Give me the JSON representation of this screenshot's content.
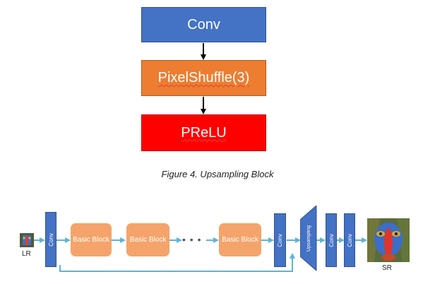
{
  "upsampling_diagram": {
    "conv_label": "Conv",
    "pixelshuffle_label": "PixelShuffle(3)",
    "prelu_label": "PReLU"
  },
  "caption": "Figure 4. Upsampling Block",
  "network": {
    "input_label": "LR",
    "output_label": "SR",
    "conv_label": "Conv",
    "basic_block_label": "Basic Block",
    "ellipsis": "• • •",
    "upsampling_label": "Upsampling",
    "conv2_label": "Conv",
    "conv3_label": "Conv",
    "conv4_label": "Conv"
  },
  "colors": {
    "conv_blue": "#4472c4",
    "pixelshuffle_orange": "#ed7d31",
    "prelu_red": "#ff0000",
    "basic_block_orange": "#f4a46a",
    "arrow_teal": "#5fb3d6"
  }
}
